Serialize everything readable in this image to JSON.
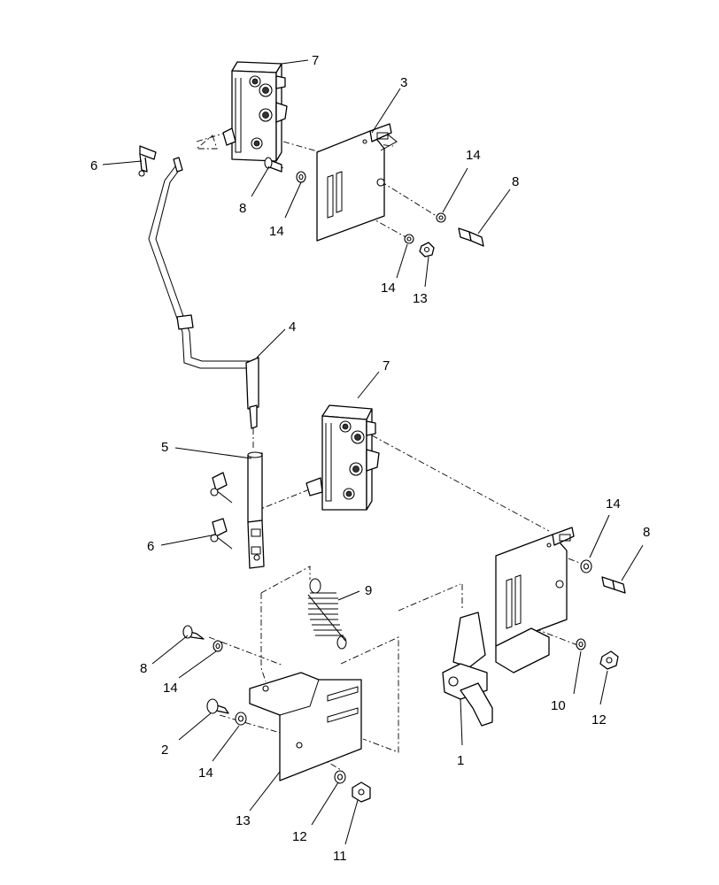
{
  "callouts": [
    {
      "id": "c7a",
      "label": "7"
    },
    {
      "id": "c3",
      "label": "3"
    },
    {
      "id": "c6a",
      "label": "6"
    },
    {
      "id": "c8a",
      "label": "8"
    },
    {
      "id": "c14a",
      "label": "14"
    },
    {
      "id": "c14b",
      "label": "14"
    },
    {
      "id": "c8b",
      "label": "8"
    },
    {
      "id": "c14c",
      "label": "14"
    },
    {
      "id": "c13a",
      "label": "13"
    },
    {
      "id": "c4",
      "label": "4"
    },
    {
      "id": "c7b",
      "label": "7"
    },
    {
      "id": "c5",
      "label": "5"
    },
    {
      "id": "c6b",
      "label": "6"
    },
    {
      "id": "c14d",
      "label": "14"
    },
    {
      "id": "c8c",
      "label": "8"
    },
    {
      "id": "c9",
      "label": "9"
    },
    {
      "id": "c8d",
      "label": "8"
    },
    {
      "id": "c14e",
      "label": "14"
    },
    {
      "id": "c10",
      "label": "10"
    },
    {
      "id": "c12a",
      "label": "12"
    },
    {
      "id": "c2",
      "label": "2"
    },
    {
      "id": "c14f",
      "label": "14"
    },
    {
      "id": "c13b",
      "label": "13"
    },
    {
      "id": "c1",
      "label": "1"
    },
    {
      "id": "c12b",
      "label": "12"
    },
    {
      "id": "c11",
      "label": "11"
    }
  ]
}
